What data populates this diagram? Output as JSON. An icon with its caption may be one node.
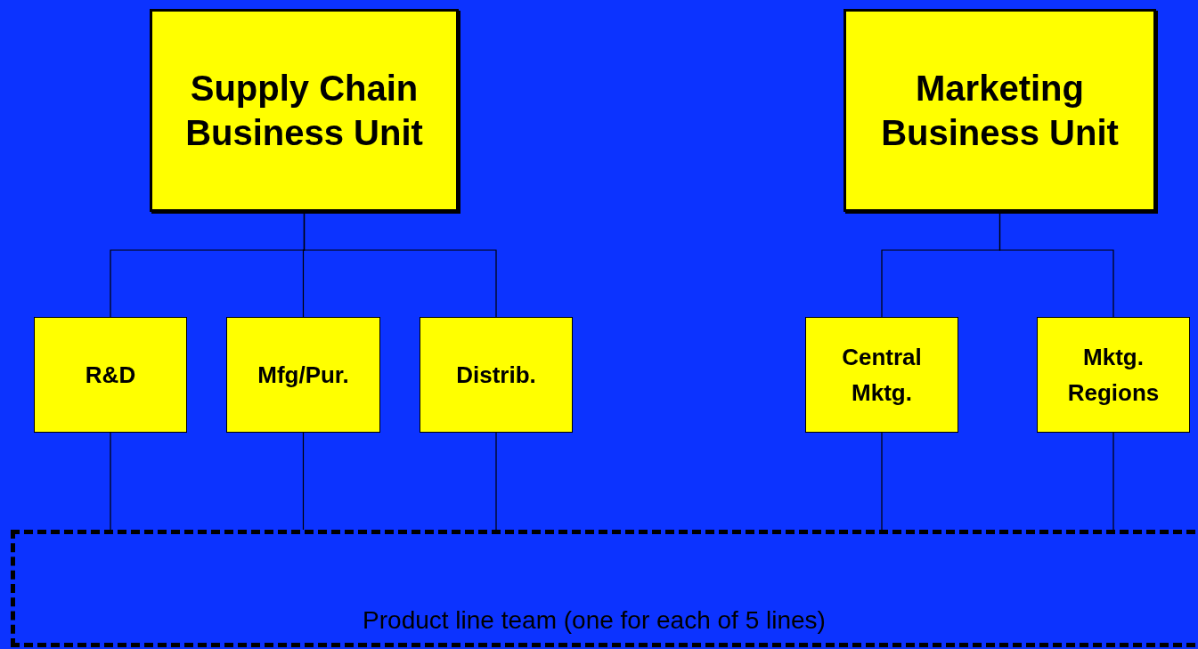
{
  "diagram": {
    "nodes": [
      {
        "text": [
          "Supply Chain Business Unit"
        ]
      },
      {
        "text": [
          "Marketing Business Unit"
        ]
      },
      {
        "text": [
          "R&D"
        ]
      },
      {
        "text": [
          "Mfg/Pur."
        ]
      },
      {
        "text": [
          "Distrib."
        ]
      },
      {
        "text": [
          "Central Mktg."
        ]
      },
      {
        "text": [
          "Mktg. Regions"
        ]
      },
      {
        "text": [
          "Product line team (one for each of 5 lines)"
        ]
      }
    ],
    "edges": [
      {
        "from": 0,
        "to": 2,
        "arrow": "none"
      },
      {
        "from": 0,
        "to": 3,
        "arrow": "none"
      },
      {
        "from": 0,
        "to": 4,
        "arrow": "none"
      },
      {
        "from": 1,
        "to": 5,
        "arrow": "none"
      },
      {
        "from": 1,
        "to": 6,
        "arrow": "none"
      },
      {
        "from": 2,
        "to": 7,
        "arrow": "none"
      },
      {
        "from": 3,
        "to": 7,
        "arrow": "none"
      },
      {
        "from": 4,
        "to": 7,
        "arrow": "none"
      },
      {
        "from": 5,
        "to": 7,
        "arrow": "none"
      },
      {
        "from": 6,
        "to": 7,
        "arrow": "none"
      }
    ]
  }
}
